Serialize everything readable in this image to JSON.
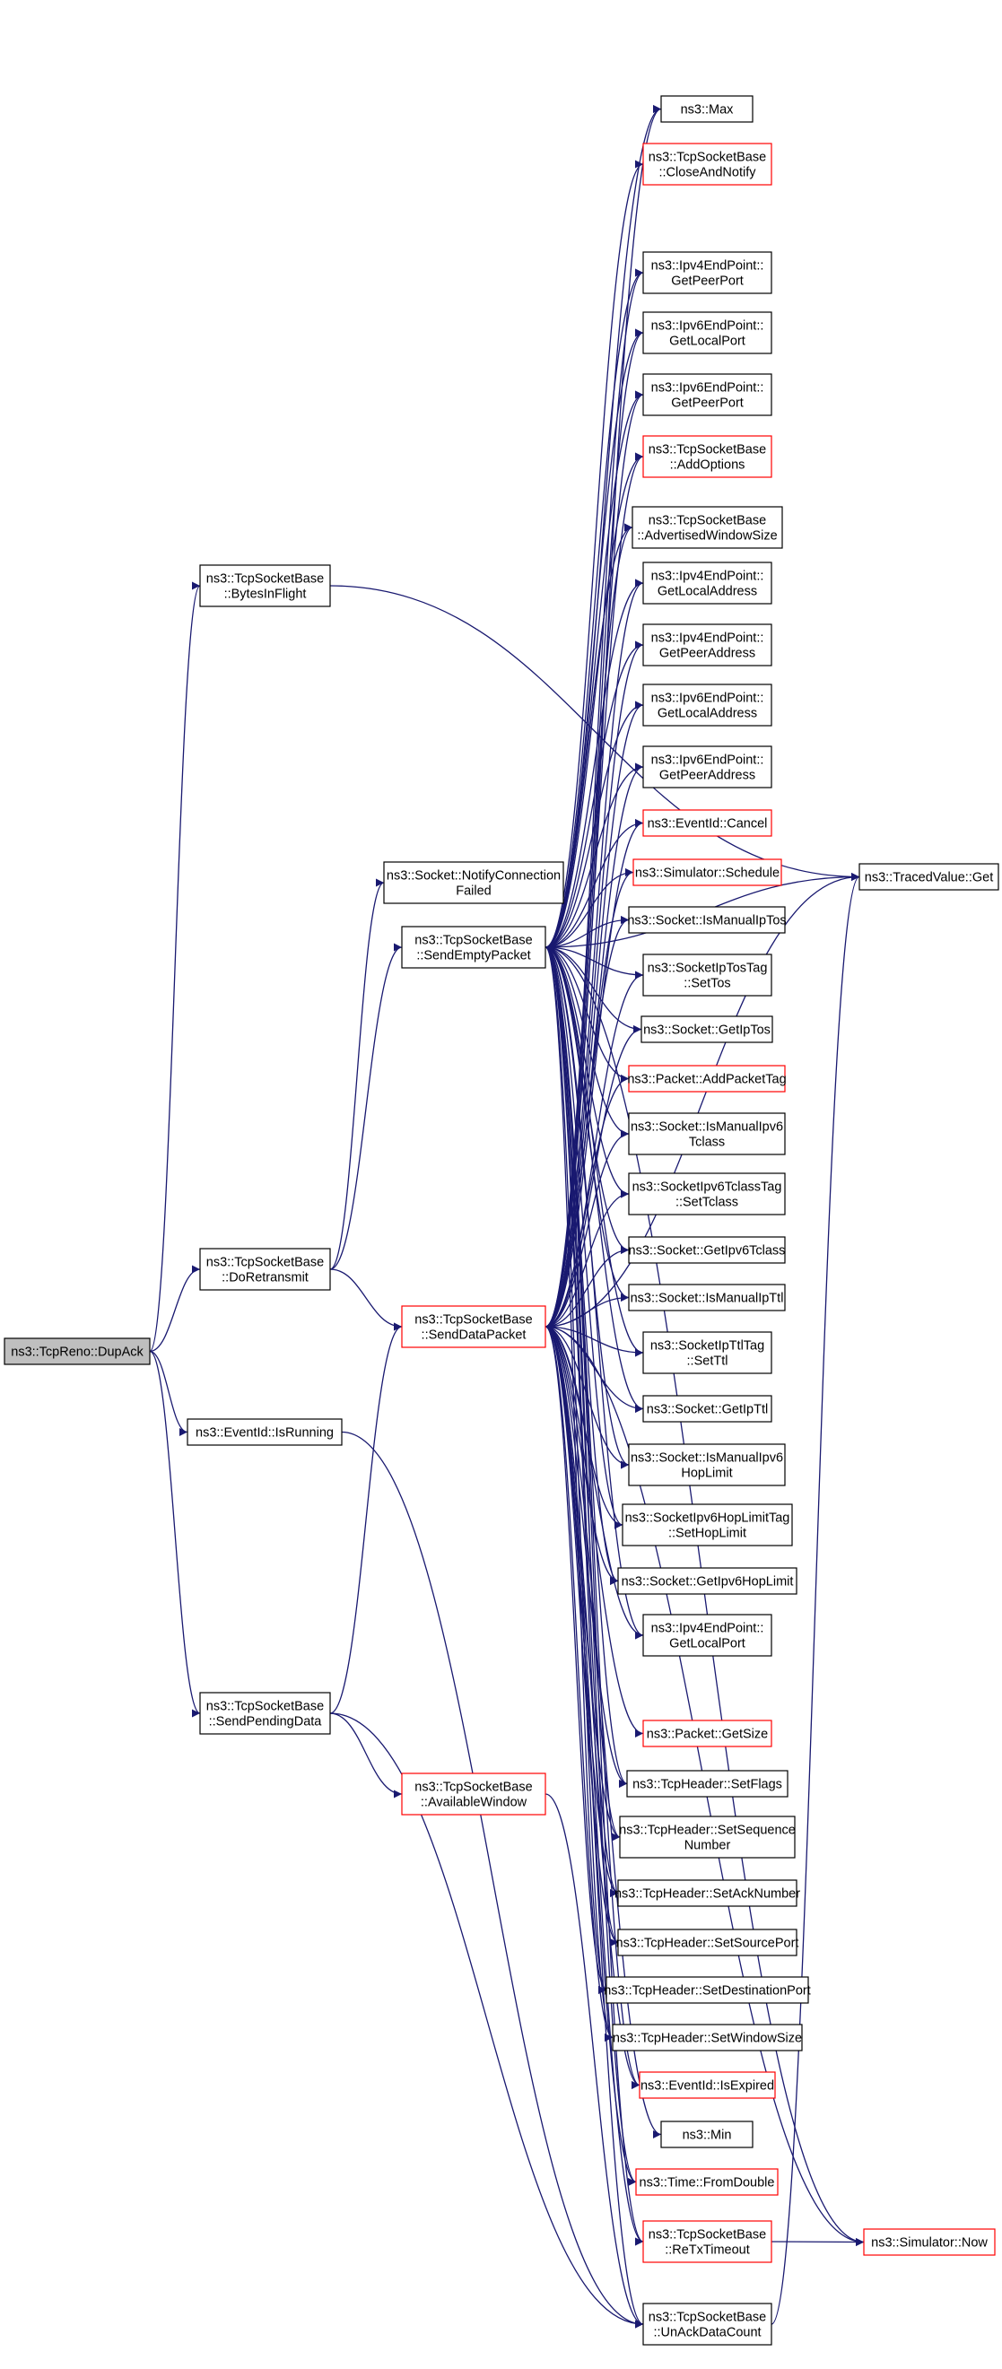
{
  "graph": {
    "edge_color": "#191970",
    "box_border": "#000000",
    "box_border_truncated": "#ff0000",
    "root_fill": "#bfbfbf",
    "nodes": [
      {
        "id": "dupack",
        "lines": [
          "ns3::TcpReno::DupAck"
        ],
        "style": "root"
      },
      {
        "id": "bytesinflight",
        "lines": [
          "ns3::TcpSocketBase",
          "::BytesInFlight"
        ],
        "style": "normal"
      },
      {
        "id": "doretransmit",
        "lines": [
          "ns3::TcpSocketBase",
          "::DoRetransmit"
        ],
        "style": "normal"
      },
      {
        "id": "isrunning",
        "lines": [
          "ns3::EventId::IsRunning"
        ],
        "style": "normal"
      },
      {
        "id": "sendpending",
        "lines": [
          "ns3::TcpSocketBase",
          "::SendPendingData"
        ],
        "style": "normal"
      },
      {
        "id": "notifyconn",
        "lines": [
          "ns3::Socket::NotifyConnection",
          "Failed"
        ],
        "style": "normal"
      },
      {
        "id": "sendempty",
        "lines": [
          "ns3::TcpSocketBase",
          "::SendEmptyPacket"
        ],
        "style": "normal"
      },
      {
        "id": "senddata",
        "lines": [
          "ns3::TcpSocketBase",
          "::SendDataPacket"
        ],
        "style": "red"
      },
      {
        "id": "availwin",
        "lines": [
          "ns3::TcpSocketBase",
          "::AvailableWindow"
        ],
        "style": "red"
      },
      {
        "id": "max",
        "lines": [
          "ns3::Max"
        ],
        "style": "normal"
      },
      {
        "id": "closenotify",
        "lines": [
          "ns3::TcpSocketBase",
          "::CloseAndNotify"
        ],
        "style": "red"
      },
      {
        "id": "v4peerport",
        "lines": [
          "ns3::Ipv4EndPoint::",
          "GetPeerPort"
        ],
        "style": "normal"
      },
      {
        "id": "v6localport",
        "lines": [
          "ns3::Ipv6EndPoint::",
          "GetLocalPort"
        ],
        "style": "normal"
      },
      {
        "id": "v6peerport",
        "lines": [
          "ns3::Ipv6EndPoint::",
          "GetPeerPort"
        ],
        "style": "normal"
      },
      {
        "id": "addoptions",
        "lines": [
          "ns3::TcpSocketBase",
          "::AddOptions"
        ],
        "style": "red"
      },
      {
        "id": "advwin",
        "lines": [
          "ns3::TcpSocketBase",
          "::AdvertisedWindowSize"
        ],
        "style": "normal"
      },
      {
        "id": "v4localaddr",
        "lines": [
          "ns3::Ipv4EndPoint::",
          "GetLocalAddress"
        ],
        "style": "normal"
      },
      {
        "id": "v4peeraddr",
        "lines": [
          "ns3::Ipv4EndPoint::",
          "GetPeerAddress"
        ],
        "style": "normal"
      },
      {
        "id": "v6localaddr",
        "lines": [
          "ns3::Ipv6EndPoint::",
          "GetLocalAddress"
        ],
        "style": "normal"
      },
      {
        "id": "v6peeraddr",
        "lines": [
          "ns3::Ipv6EndPoint::",
          "GetPeerAddress"
        ],
        "style": "normal"
      },
      {
        "id": "cancel",
        "lines": [
          "ns3::EventId::Cancel"
        ],
        "style": "red"
      },
      {
        "id": "schedule",
        "lines": [
          "ns3::Simulator::Schedule"
        ],
        "style": "red"
      },
      {
        "id": "ismanualiptos",
        "lines": [
          "ns3::Socket::IsManualIpTos"
        ],
        "style": "normal"
      },
      {
        "id": "settos",
        "lines": [
          "ns3::SocketIpTosTag",
          "::SetTos"
        ],
        "style": "normal"
      },
      {
        "id": "getiptos",
        "lines": [
          "ns3::Socket::GetIpTos"
        ],
        "style": "normal"
      },
      {
        "id": "addpackettag",
        "lines": [
          "ns3::Packet::AddPacketTag"
        ],
        "style": "red"
      },
      {
        "id": "ismanualv6tclass",
        "lines": [
          "ns3::Socket::IsManualIpv6",
          "Tclass"
        ],
        "style": "normal"
      },
      {
        "id": "settclass",
        "lines": [
          "ns3::SocketIpv6TclassTag",
          "::SetTclass"
        ],
        "style": "normal"
      },
      {
        "id": "getv6tclass",
        "lines": [
          "ns3::Socket::GetIpv6Tclass"
        ],
        "style": "normal"
      },
      {
        "id": "ismanualipttl",
        "lines": [
          "ns3::Socket::IsManualIpTtl"
        ],
        "style": "normal"
      },
      {
        "id": "setttl",
        "lines": [
          "ns3::SocketIpTtlTag",
          "::SetTtl"
        ],
        "style": "normal"
      },
      {
        "id": "getipttl",
        "lines": [
          "ns3::Socket::GetIpTtl"
        ],
        "style": "normal"
      },
      {
        "id": "ismanualv6hop",
        "lines": [
          "ns3::Socket::IsManualIpv6",
          "HopLimit"
        ],
        "style": "normal"
      },
      {
        "id": "sethoplimit",
        "lines": [
          "ns3::SocketIpv6HopLimitTag",
          "::SetHopLimit"
        ],
        "style": "normal"
      },
      {
        "id": "getv6hop",
        "lines": [
          "ns3::Socket::GetIpv6HopLimit"
        ],
        "style": "normal"
      },
      {
        "id": "v4localport",
        "lines": [
          "ns3::Ipv4EndPoint::",
          "GetLocalPort"
        ],
        "style": "normal"
      },
      {
        "id": "getsize",
        "lines": [
          "ns3::Packet::GetSize"
        ],
        "style": "red"
      },
      {
        "id": "setflags",
        "lines": [
          "ns3::TcpHeader::SetFlags"
        ],
        "style": "normal"
      },
      {
        "id": "setseq",
        "lines": [
          "ns3::TcpHeader::SetSequence",
          "Number"
        ],
        "style": "normal"
      },
      {
        "id": "setack",
        "lines": [
          "ns3::TcpHeader::SetAckNumber"
        ],
        "style": "normal"
      },
      {
        "id": "setsrc",
        "lines": [
          "ns3::TcpHeader::SetSourcePort"
        ],
        "style": "normal"
      },
      {
        "id": "setdst",
        "lines": [
          "ns3::TcpHeader::SetDestinationPort"
        ],
        "style": "normal"
      },
      {
        "id": "setwin",
        "lines": [
          "ns3::TcpHeader::SetWindowSize"
        ],
        "style": "normal"
      },
      {
        "id": "isexpired",
        "lines": [
          "ns3::EventId::IsExpired"
        ],
        "style": "red"
      },
      {
        "id": "min",
        "lines": [
          "ns3::Min"
        ],
        "style": "normal"
      },
      {
        "id": "fromdouble",
        "lines": [
          "ns3::Time::FromDouble"
        ],
        "style": "red"
      },
      {
        "id": "retxtimeout",
        "lines": [
          "ns3::TcpSocketBase",
          "::ReTxTimeout"
        ],
        "style": "red"
      },
      {
        "id": "unackcount",
        "lines": [
          "ns3::TcpSocketBase",
          "::UnAckDataCount"
        ],
        "style": "normal"
      },
      {
        "id": "tracedget",
        "lines": [
          "ns3::TracedValue::Get"
        ],
        "style": "normal"
      },
      {
        "id": "simnow",
        "lines": [
          "ns3::Simulator::Now"
        ],
        "style": "red"
      }
    ],
    "edges": [
      [
        "dupack",
        "bytesinflight"
      ],
      [
        "dupack",
        "doretransmit"
      ],
      [
        "dupack",
        "isrunning"
      ],
      [
        "dupack",
        "sendpending"
      ],
      [
        "bytesinflight",
        "tracedget"
      ],
      [
        "doretransmit",
        "notifyconn"
      ],
      [
        "doretransmit",
        "sendempty"
      ],
      [
        "doretransmit",
        "senddata"
      ],
      [
        "isrunning",
        "unackcount"
      ],
      [
        "sendpending",
        "senddata"
      ],
      [
        "sendpending",
        "availwin"
      ],
      [
        "sendpending",
        "unackcount"
      ],
      [
        "availwin",
        "unackcount"
      ],
      [
        "sendempty",
        "max"
      ],
      [
        "sendempty",
        "closenotify"
      ],
      [
        "sendempty",
        "v4peerport"
      ],
      [
        "sendempty",
        "v6localport"
      ],
      [
        "sendempty",
        "v6peerport"
      ],
      [
        "sendempty",
        "addoptions"
      ],
      [
        "sendempty",
        "advwin"
      ],
      [
        "sendempty",
        "v4localaddr"
      ],
      [
        "sendempty",
        "v4peeraddr"
      ],
      [
        "sendempty",
        "v6localaddr"
      ],
      [
        "sendempty",
        "v6peeraddr"
      ],
      [
        "sendempty",
        "cancel"
      ],
      [
        "sendempty",
        "schedule"
      ],
      [
        "sendempty",
        "ismanualiptos"
      ],
      [
        "sendempty",
        "settos"
      ],
      [
        "sendempty",
        "getiptos"
      ],
      [
        "sendempty",
        "addpackettag"
      ],
      [
        "sendempty",
        "ismanualv6tclass"
      ],
      [
        "sendempty",
        "settclass"
      ],
      [
        "sendempty",
        "getv6tclass"
      ],
      [
        "sendempty",
        "ismanualipttl"
      ],
      [
        "sendempty",
        "setttl"
      ],
      [
        "sendempty",
        "getipttl"
      ],
      [
        "sendempty",
        "ismanualv6hop"
      ],
      [
        "sendempty",
        "sethoplimit"
      ],
      [
        "sendempty",
        "getv6hop"
      ],
      [
        "sendempty",
        "v4localport"
      ],
      [
        "sendempty",
        "setflags"
      ],
      [
        "sendempty",
        "setseq"
      ],
      [
        "sendempty",
        "setack"
      ],
      [
        "sendempty",
        "setsrc"
      ],
      [
        "sendempty",
        "setdst"
      ],
      [
        "sendempty",
        "setwin"
      ],
      [
        "sendempty",
        "isexpired"
      ],
      [
        "sendempty",
        "fromdouble"
      ],
      [
        "sendempty",
        "retxtimeout"
      ],
      [
        "sendempty",
        "tracedget"
      ],
      [
        "sendempty",
        "simnow"
      ],
      [
        "senddata",
        "max"
      ],
      [
        "senddata",
        "v4peerport"
      ],
      [
        "senddata",
        "v6localport"
      ],
      [
        "senddata",
        "v6peerport"
      ],
      [
        "senddata",
        "addoptions"
      ],
      [
        "senddata",
        "advwin"
      ],
      [
        "senddata",
        "v4localaddr"
      ],
      [
        "senddata",
        "v4peeraddr"
      ],
      [
        "senddata",
        "v6localaddr"
      ],
      [
        "senddata",
        "v6peeraddr"
      ],
      [
        "senddata",
        "cancel"
      ],
      [
        "senddata",
        "schedule"
      ],
      [
        "senddata",
        "ismanualiptos"
      ],
      [
        "senddata",
        "settos"
      ],
      [
        "senddata",
        "getiptos"
      ],
      [
        "senddata",
        "addpackettag"
      ],
      [
        "senddata",
        "ismanualv6tclass"
      ],
      [
        "senddata",
        "settclass"
      ],
      [
        "senddata",
        "getv6tclass"
      ],
      [
        "senddata",
        "ismanualipttl"
      ],
      [
        "senddata",
        "setttl"
      ],
      [
        "senddata",
        "getipttl"
      ],
      [
        "senddata",
        "ismanualv6hop"
      ],
      [
        "senddata",
        "sethoplimit"
      ],
      [
        "senddata",
        "getv6hop"
      ],
      [
        "senddata",
        "v4localport"
      ],
      [
        "senddata",
        "getsize"
      ],
      [
        "senddata",
        "setflags"
      ],
      [
        "senddata",
        "setseq"
      ],
      [
        "senddata",
        "setack"
      ],
      [
        "senddata",
        "setsrc"
      ],
      [
        "senddata",
        "setdst"
      ],
      [
        "senddata",
        "setwin"
      ],
      [
        "senddata",
        "isexpired"
      ],
      [
        "senddata",
        "min"
      ],
      [
        "senddata",
        "fromdouble"
      ],
      [
        "senddata",
        "retxtimeout"
      ],
      [
        "senddata",
        "unackcount"
      ],
      [
        "senddata",
        "tracedget"
      ],
      [
        "senddata",
        "simnow"
      ],
      [
        "retxtimeout",
        "simnow"
      ],
      [
        "unackcount",
        "tracedget"
      ]
    ]
  }
}
